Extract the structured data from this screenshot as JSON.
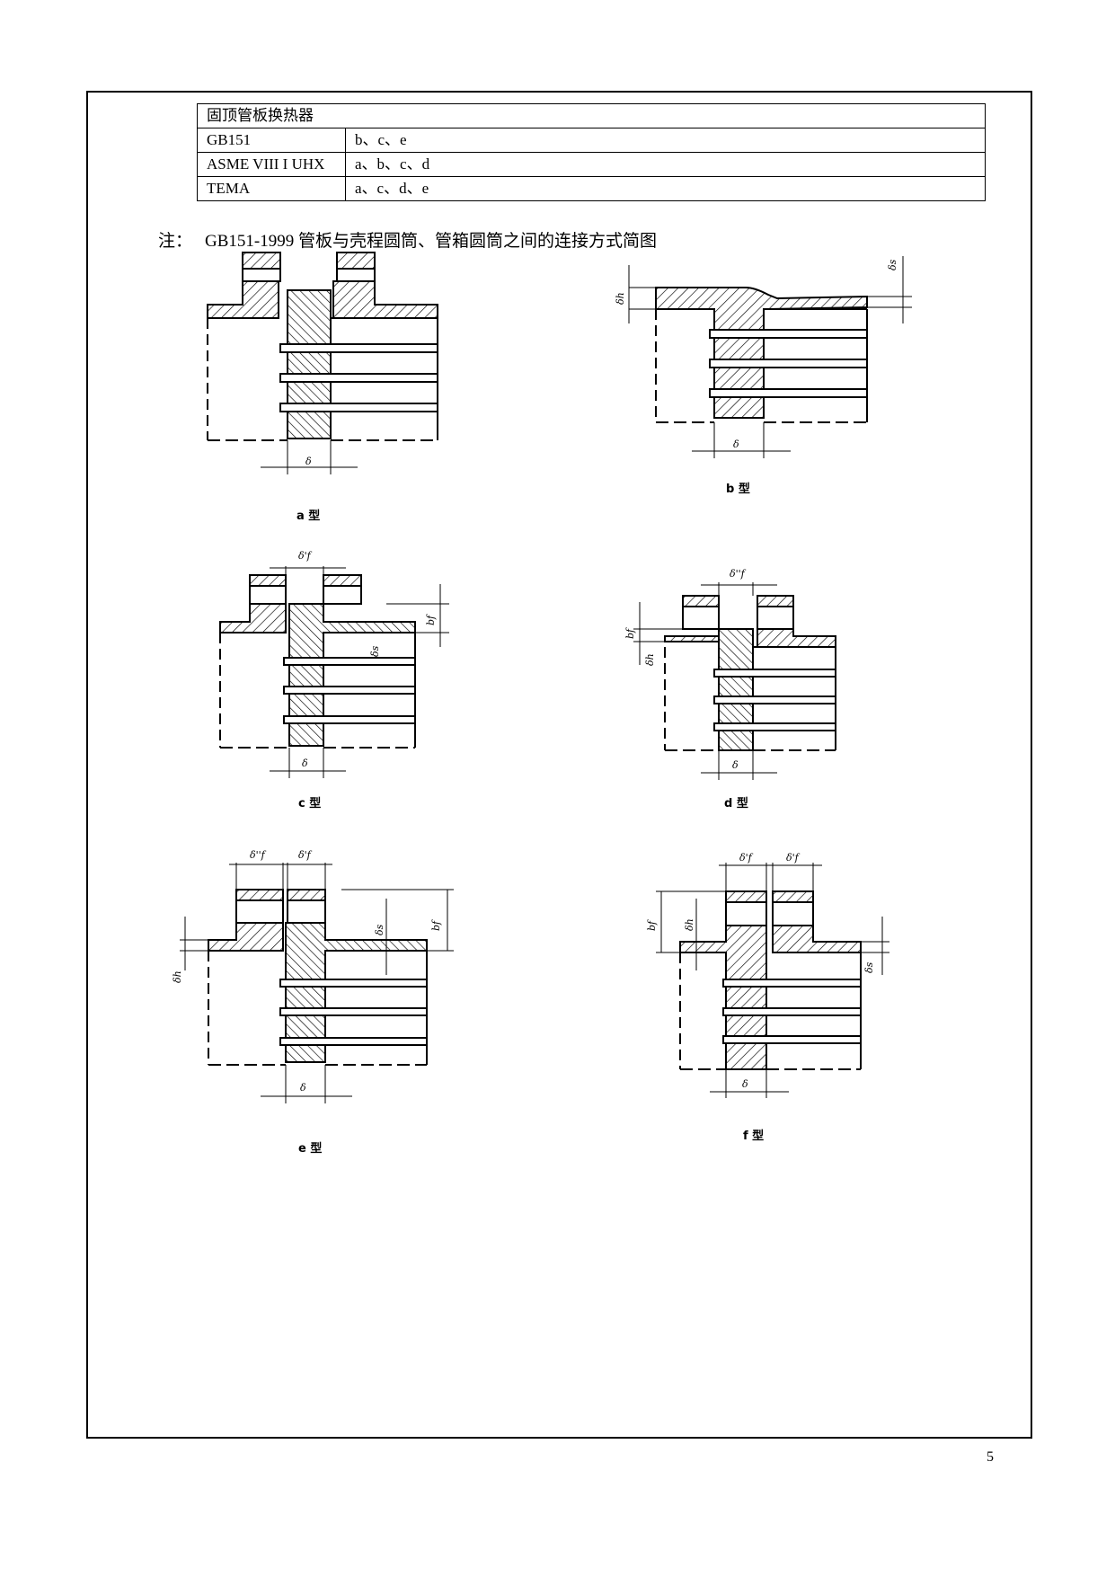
{
  "table": {
    "title": "固顶管板换热器",
    "rows": [
      {
        "code": "GB151",
        "types": "b、c、e"
      },
      {
        "code": "ASME VIII I UHX",
        "types": "a、b、c、d"
      },
      {
        "code": "TEMA",
        "types": "a、c、d、e"
      }
    ]
  },
  "note": {
    "label": "注：",
    "text": "GB151-1999 管板与壳程圆筒、管箱圆筒之间的连接方式简图"
  },
  "figures": {
    "a": {
      "caption": "a 型",
      "thickness": "δ"
    },
    "b": {
      "caption": "b 型",
      "thickness": "δ",
      "shell": "δs",
      "head": "δh"
    },
    "c": {
      "caption": "c 型",
      "thickness": "δ",
      "flange": "δ'f",
      "shell": "δs",
      "width": "bf"
    },
    "d": {
      "caption": "d 型",
      "thickness": "δ",
      "flange": "δ''f",
      "head": "δh",
      "width": "bf"
    },
    "e": {
      "caption": "e 型",
      "thickness": "δ",
      "flange1": "δ''f",
      "flange2": "δ'f",
      "shell": "δs",
      "head": "δh",
      "width": "bf"
    },
    "f": {
      "caption": "f 型",
      "thickness": "δ",
      "flange1": "δ'f",
      "flange2": "δ'f",
      "shell": "δs",
      "head": "δh",
      "width": "bf"
    }
  },
  "page_number": "5"
}
